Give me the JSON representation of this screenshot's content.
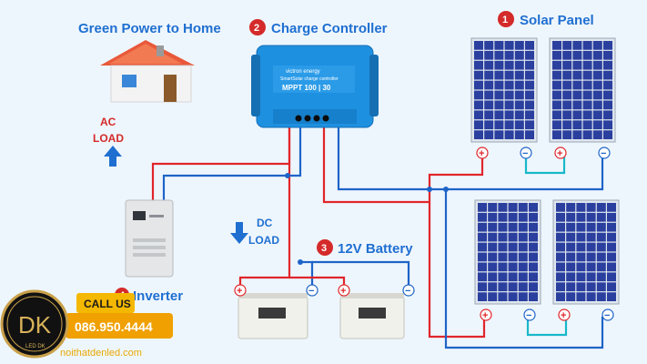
{
  "title_home": "Green Power to Home",
  "charge_controller": {
    "number": "2",
    "label": "Charge Controller",
    "brand": "victron energy",
    "model_line": "SmartSolar charge controller",
    "model": "MPPT 100 | 30"
  },
  "solar_panel": {
    "number": "1",
    "label": "Solar Panel"
  },
  "battery": {
    "number": "3",
    "label": "12V Battery"
  },
  "inverter": {
    "number": "4",
    "label": "Inverter"
  },
  "ac_load": {
    "line1": "AC",
    "line2": "LOAD"
  },
  "dc_load": {
    "line1": "DC",
    "line2": "LOAD"
  },
  "terminal_plus": "+",
  "terminal_minus": "−",
  "promo": {
    "call_label": "CALL US",
    "phone": "086.950.4444",
    "logo_letters": "DK",
    "logo_sub": "LED DK",
    "website": "noithatdenled.com"
  },
  "colors": {
    "accent_blue": "#1f6fd1",
    "wire_red": "#e0262b",
    "wire_blue": "#1e64c8",
    "wire_teal": "#18b8c8",
    "marker_red": "#d42a2a",
    "controller_blue": "#1e90e0"
  }
}
